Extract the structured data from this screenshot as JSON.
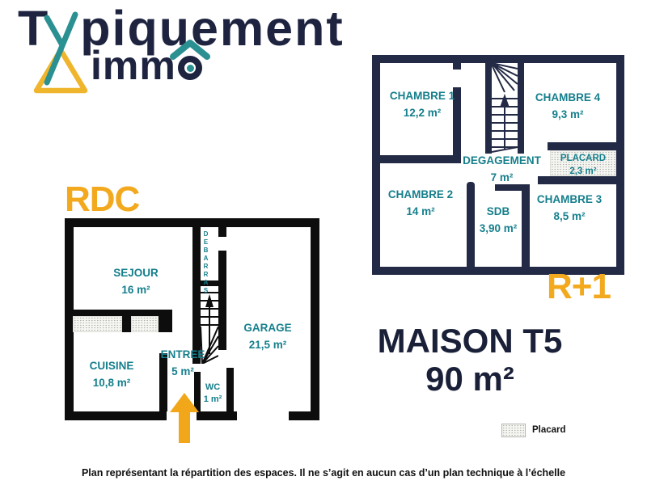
{
  "brand": {
    "word1_initial": "T",
    "word1_accent_letter": "y",
    "word1_rest": "piquement",
    "word2_prefix": "imm",
    "word2_final_letter": "o"
  },
  "floors": {
    "rdc": {
      "label": "RDC",
      "rooms": {
        "sejour": {
          "name": "SEJOUR",
          "area": "16 m²"
        },
        "cuisine": {
          "name": "CUISINE",
          "area": "10,8 m²"
        },
        "entree": {
          "name": "ENTREE",
          "area": "5 m²"
        },
        "wc": {
          "name": "WC",
          "area": "1 m²"
        },
        "garage": {
          "name": "GARAGE",
          "area": "21,5 m²"
        },
        "debarras": {
          "name": "DEBARRAS"
        }
      }
    },
    "r1": {
      "label": "R+1",
      "rooms": {
        "chambre1": {
          "name": "CHAMBRE 1",
          "area": "12,2 m²"
        },
        "chambre4": {
          "name": "CHAMBRE 4",
          "area": "9,3 m²"
        },
        "degagement": {
          "name": "DEGAGEMENT",
          "area": "7 m²"
        },
        "placard": {
          "name": "PLACARD",
          "area": "2,3 m²"
        },
        "chambre2": {
          "name": "CHAMBRE 2",
          "area": "14 m²"
        },
        "sdb": {
          "name": "SDB",
          "area": "3,90 m²"
        },
        "chambre3": {
          "name": "CHAMBRE 3",
          "area": "8,5 m²"
        }
      }
    }
  },
  "title": {
    "line1": "MAISON T5",
    "line2": "90 m²"
  },
  "legend": {
    "placard_label": "Placard"
  },
  "footer": {
    "disclaimer": "Plan représentant la répartition des espaces. Il ne s’agit en aucun cas d’un plan technique à l’échelle"
  },
  "colors": {
    "navy_text": "#1e2440",
    "wall_navy": "#232a45",
    "wall_black": "#0d0d0d",
    "teal_label": "#157f8c",
    "teal_logo": "#2a9092",
    "yellow_accent": "#f3a91e"
  }
}
